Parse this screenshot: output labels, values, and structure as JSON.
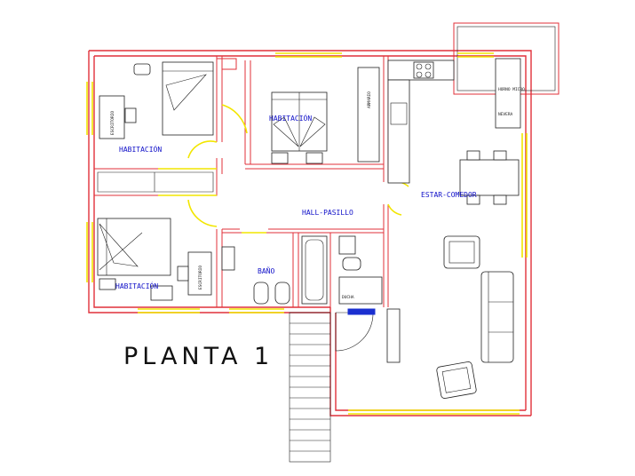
{
  "drawing": {
    "title": "PLANTA 1",
    "colors": {
      "wall": "#e0303a",
      "window": "#f2e600",
      "label": "#1010c8",
      "furniture": "#202020"
    }
  },
  "rooms": {
    "bedroom_top_left": "HABITACIÓN",
    "bedroom_top_center": "HABITACIÓN",
    "bedroom_bottom_left": "HABITACIÓN",
    "living_dining": "ESTAR-COMEDOR",
    "hall": "HALL-PASILLO",
    "bathroom": "BAÑO"
  },
  "furniture_labels": {
    "desk_top": "ESCRITORIO",
    "desk_bottom": "ESCRITORIO",
    "wardrobe": "ARMARIO",
    "fridge": "NEVERA",
    "microwave": "HORNO MICRO",
    "shower": "DUCHA"
  }
}
